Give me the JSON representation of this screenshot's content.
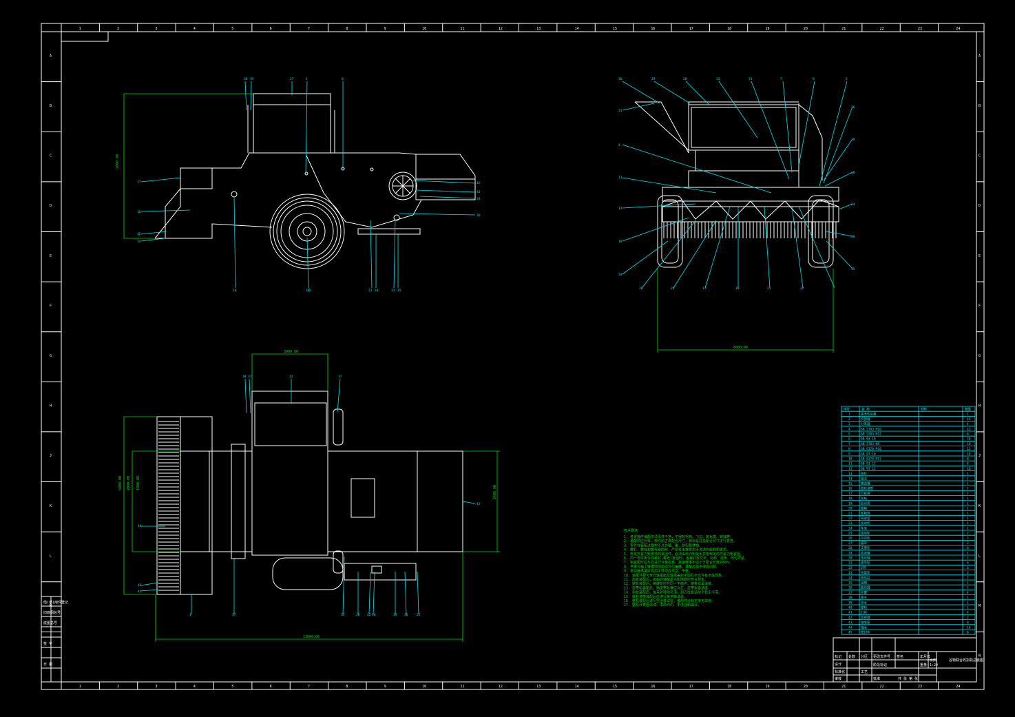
{
  "colors": {
    "background": "#000000",
    "outline": "#ffffff",
    "leader": "#00e5ee",
    "dimension": "#00dd00"
  },
  "border": {
    "columns": [
      "1",
      "2",
      "3",
      "4",
      "5",
      "6",
      "7",
      "8",
      "9",
      "10",
      "11",
      "12",
      "13",
      "14",
      "15",
      "16",
      "17",
      "18",
      "19",
      "20",
      "21",
      "22",
      "23",
      "24"
    ],
    "rows": [
      "A",
      "B",
      "C",
      "D",
      "E",
      "F",
      "G",
      "H",
      "J",
      "K",
      "L",
      "M",
      "N"
    ]
  },
  "views": {
    "side": {
      "balloons": [
        "38",
        "39",
        "27",
        "1",
        "8",
        "17",
        "16",
        "15",
        "14",
        "10",
        "13",
        "22",
        "34",
        "33",
        "35",
        "42",
        "43",
        "34",
        "36",
        "25"
      ],
      "dims": [
        "2000.00"
      ]
    },
    "front": {
      "balloons": [
        "30",
        "29",
        "28",
        "32",
        "31",
        "7",
        "9",
        "2",
        "31",
        "4",
        "11",
        "12",
        "10",
        "20",
        "36",
        "19",
        "18",
        "24",
        "40",
        "35",
        "38",
        "26",
        "17",
        "16",
        "21",
        "32"
      ],
      "dims": [
        "6000.00"
      ]
    },
    "top": {
      "balloons": [
        "38",
        "37",
        "32",
        "17",
        "44",
        "45",
        "41",
        "42",
        "1",
        "37",
        "35",
        "28",
        "42",
        "40",
        "39",
        "36",
        "22",
        "41"
      ],
      "dims": [
        "3000.00",
        "5000.00",
        "2000.00",
        "1900.00",
        "11000.00",
        "2400.00"
      ]
    }
  },
  "bom": {
    "headers": [
      "序号",
      "名 称",
      "材料",
      "数量"
    ],
    "rows": [
      [
        "1",
        "拔禾轮装置",
        "",
        "1"
      ],
      [
        "2",
        "切割器",
        "",
        "45"
      ],
      [
        "3",
        "分禾器",
        "",
        "4"
      ],
      [
        "4",
        "GB 5783 M10",
        "",
        "12"
      ],
      [
        "5",
        "GB 5783 M12",
        "",
        "8"
      ],
      [
        "6",
        "GB 93 10",
        "",
        "20"
      ],
      [
        "7",
        "GB 5783 M8",
        "",
        "16"
      ],
      [
        "8",
        "GB 6170 M10",
        "",
        "12"
      ],
      [
        "9",
        "GB 97 10",
        "",
        "16"
      ],
      [
        "10",
        "GB 6170 M12",
        "",
        "8"
      ],
      [
        "11",
        "GB 93 12",
        "",
        "8"
      ],
      [
        "12",
        "GB 97 12",
        "",
        "16"
      ],
      [
        "13",
        "链轮",
        "",
        "1"
      ],
      [
        "14",
        "搅龙",
        "",
        "1"
      ],
      [
        "15",
        "输送槽",
        "",
        "1"
      ],
      [
        "16",
        "脱粒滚筒",
        "",
        "1"
      ],
      [
        "17",
        "凹板筛",
        "",
        "1"
      ],
      [
        "18",
        "风机",
        "",
        "1"
      ],
      [
        "19",
        "振动筛",
        "",
        "1"
      ],
      [
        "20",
        "粮箱",
        "",
        "1"
      ],
      [
        "21",
        "卸粮筒",
        "",
        "1"
      ],
      [
        "22",
        "驾驶室",
        "",
        "1"
      ],
      [
        "23",
        "发动机",
        "",
        "1"
      ],
      [
        "24",
        "车架",
        "",
        "1"
      ],
      [
        "25",
        "驱动轮",
        "",
        "2"
      ],
      [
        "26",
        "导向轮",
        "",
        "2"
      ],
      [
        "27",
        "履带",
        "",
        "2"
      ],
      [
        "28",
        "支重轮",
        "",
        "8"
      ],
      [
        "29",
        "变速箱",
        "",
        "1"
      ],
      [
        "30",
        "传动轴",
        "",
        "2"
      ],
      [
        "31",
        "皮带轮",
        "",
        "6"
      ],
      [
        "32",
        "V带",
        "",
        "6"
      ],
      [
        "33",
        "张紧轮",
        "",
        "2"
      ],
      [
        "34",
        "液压缸",
        "",
        "2"
      ],
      [
        "35",
        "油箱",
        "",
        "1"
      ],
      [
        "36",
        "散热器",
        "",
        "1"
      ],
      [
        "37",
        "护罩",
        "",
        "4"
      ],
      [
        "38",
        "梯子",
        "",
        "1"
      ],
      [
        "39",
        "扶手",
        "",
        "1"
      ],
      [
        "40",
        "座椅",
        "",
        "1"
      ],
      [
        "41",
        "灯具",
        "",
        "4"
      ],
      [
        "42",
        "后视镜",
        "",
        "2"
      ],
      [
        "43",
        "轴承座",
        "",
        "8"
      ],
      [
        "44",
        "轴承",
        "",
        "16"
      ],
      [
        "45",
        "密封件",
        "",
        "8"
      ]
    ]
  },
  "notes": {
    "title": "技术要求",
    "lines": [
      "1. 各零部件装配前须清洗干净，不得有毛刺、飞边、氧化皮、锈蚀等。",
      "2. 装配前应对零、部件的主要配合尺寸，特别是过盈配合尺寸进行复查。",
      "3. 零件在装配过程中不允许磕、碰、划伤和锈蚀。",
      "4. 螺钉、螺栓和螺母紧固时，严禁打击或使用不合适的旋具和扳手。",
      "5. 规定拧紧力矩要求的紧固件，必须采用力矩扳手并按规定的拧紧力矩紧固。",
      "6. 同一零件用多件螺钉(螺栓)紧固时，各螺钉需交叉、对称、逐步、均匀拧紧。",
      "7. 销装配时应与孔进行涂色检查，其接触率不应小于配合长度的60%。",
      "8. 平键与轴上键槽两侧面应均匀接触，其配合面不得有间隙。",
      "9. 滚动轴承装好后用手转动应灵活、平稳。",
      "10. 轴承外圈与开式轴承座及轴承盖的半圆孔不允许有卡住现象。",
      "11. 齿轮装配后，齿面的接触斑点和侧隙应符合规定。",
      "12. 链轮装配后，两链轮应在同一平面内，链条松紧适度。",
      "13. 皮带轮装配后，两皮带轮槽应对正，皮带张紧适度。",
      "14. 割台装配后，拔禾轮转动灵活，割刀往复运动平稳无卡滞。",
      "15. 脱粒滚筒装配后应进行静平衡试验。",
      "16. 整机装配后进行空运转试验，各部件运转正常无异响。",
      "17. 整机外表面涂漆，漆层均匀、无流挂和漏涂。"
    ]
  },
  "title_block": {
    "drawing_name": "谷物联合收割机总装图",
    "scale": "1:20",
    "sheet": "共 张 第 张",
    "labels": [
      "标记",
      "处数",
      "分区",
      "更改文件号",
      "签名",
      "年月日",
      "设计",
      "标准化",
      "阶段标记",
      "重量",
      "比例",
      "审核",
      "工艺",
      "批准"
    ],
    "left_strip": [
      "借(通)用件登记",
      "旧底图总号",
      "底图总号",
      "签 字",
      "日 期"
    ]
  }
}
